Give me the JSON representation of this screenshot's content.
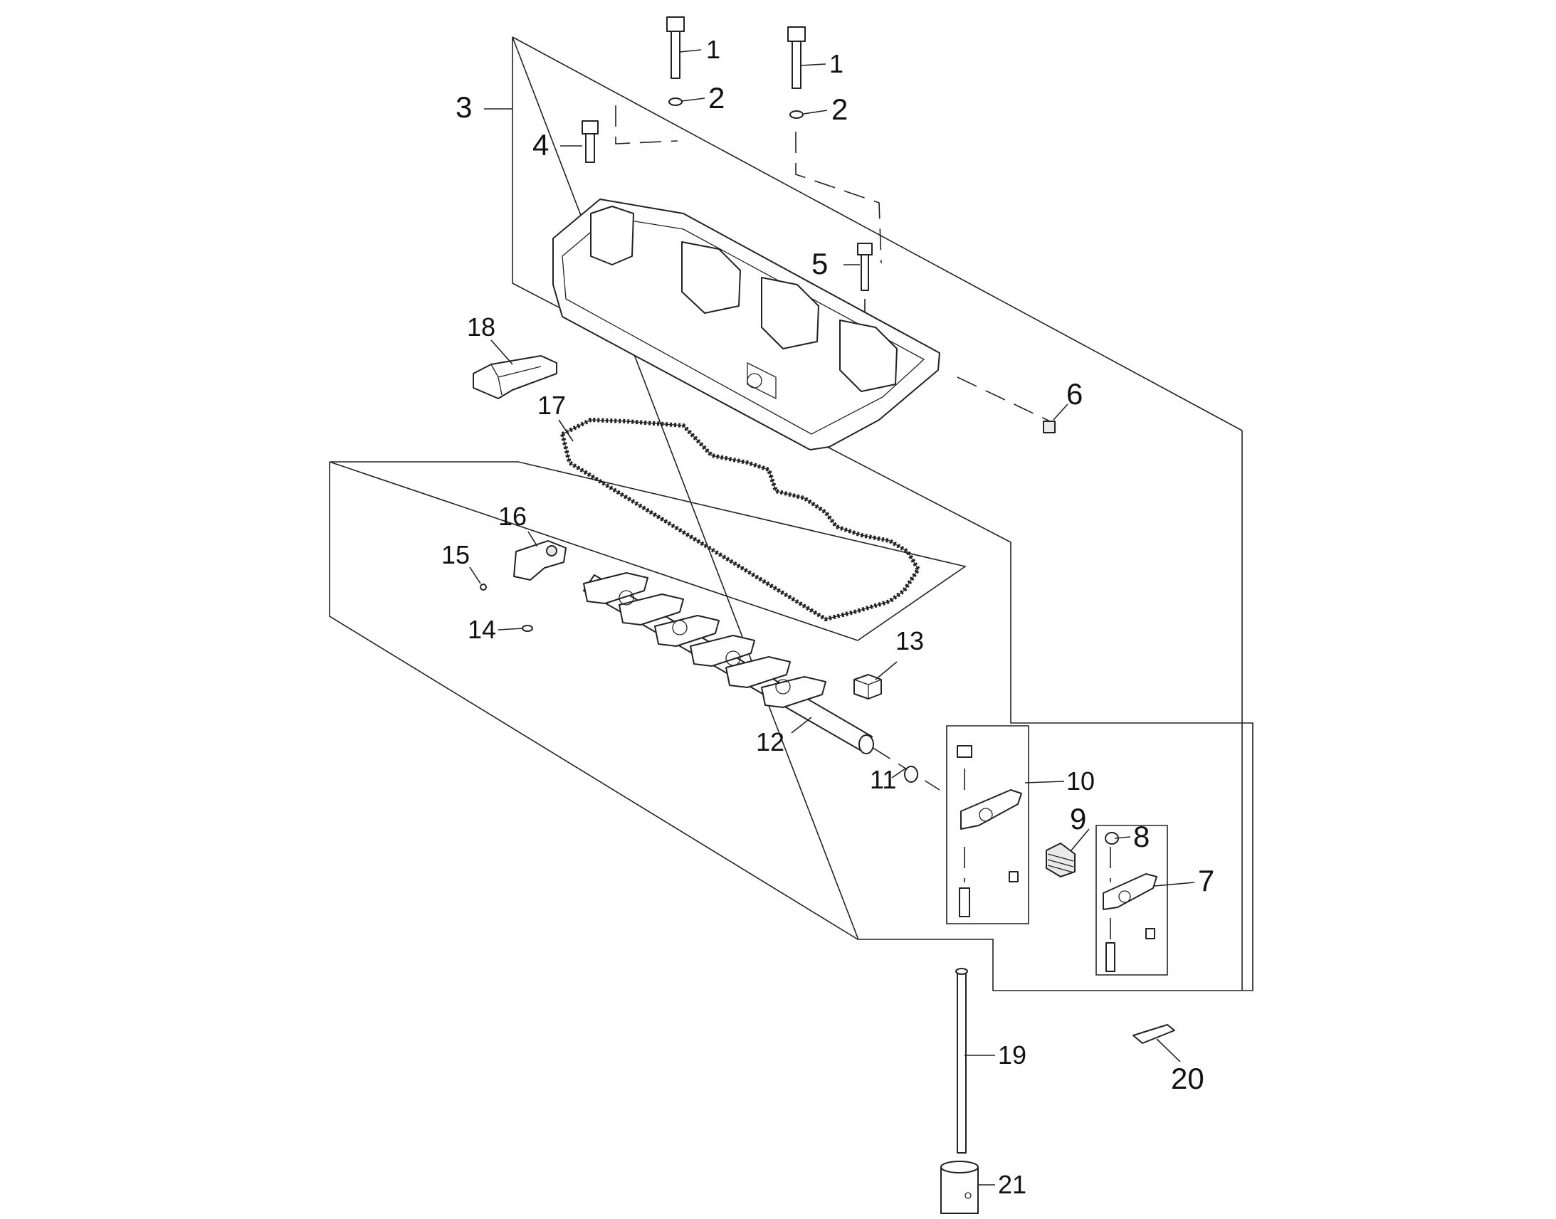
{
  "callouts": {
    "c1a": "1",
    "c1b": "1",
    "c2a": "2",
    "c2b": "2",
    "c3": "3",
    "c4": "4",
    "c5": "5",
    "c6": "6",
    "c7": "7",
    "c8": "8",
    "c9": "9",
    "c10": "10",
    "c11": "11",
    "c12": "12",
    "c13": "13",
    "c14": "14",
    "c15": "15",
    "c16": "16",
    "c17": "17",
    "c18": "18",
    "c19": "19",
    "c20": "20",
    "c21": "21"
  },
  "colors": {
    "line": "#222222",
    "background": "#ffffff",
    "part_shade": "#e9e9e9"
  }
}
